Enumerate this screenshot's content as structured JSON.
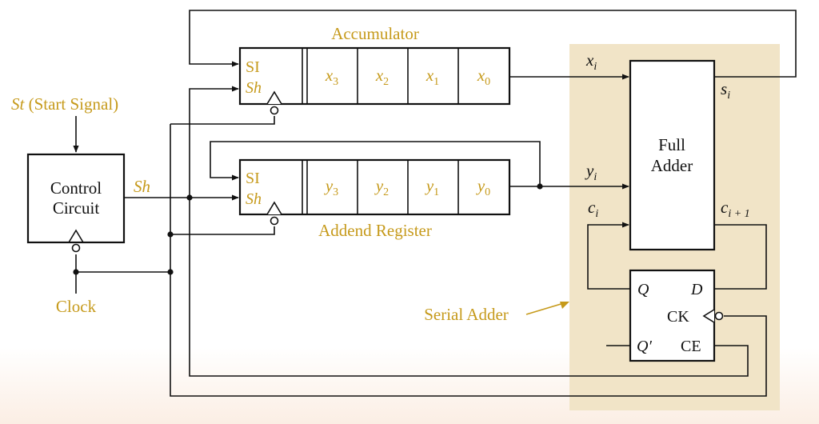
{
  "colors": {
    "accent": "#c69a1b",
    "panel": "#f1e4c7",
    "wire": "#111111"
  },
  "control": {
    "line1": "Control",
    "line2": "Circuit"
  },
  "start": {
    "var": "St",
    "text": "(Start Signal)"
  },
  "clock": "Clock",
  "sh_label": "Sh",
  "accumulator": {
    "title": "Accumulator",
    "si": "SI",
    "sh": "Sh",
    "cells": [
      {
        "base": "x",
        "sub": "3"
      },
      {
        "base": "x",
        "sub": "2"
      },
      {
        "base": "x",
        "sub": "1"
      },
      {
        "base": "x",
        "sub": "0"
      }
    ]
  },
  "addend": {
    "title": "Addend Register",
    "si": "SI",
    "sh": "Sh",
    "cells": [
      {
        "base": "y",
        "sub": "3"
      },
      {
        "base": "y",
        "sub": "2"
      },
      {
        "base": "y",
        "sub": "1"
      },
      {
        "base": "y",
        "sub": "0"
      }
    ]
  },
  "full_adder": {
    "line1": "Full",
    "line2": "Adder"
  },
  "signals": {
    "xi": {
      "base": "x",
      "sub": "i"
    },
    "yi": {
      "base": "y",
      "sub": "i"
    },
    "ci": {
      "base": "c",
      "sub": "i"
    },
    "si": {
      "base": "s",
      "sub": "i"
    },
    "ci1": {
      "base": "c",
      "sub": "i + 1"
    }
  },
  "flipflop": {
    "q": "Q",
    "d": "D",
    "ck": "CK",
    "qn": "Q′",
    "ce": "CE"
  },
  "serial_adder": "Serial Adder"
}
